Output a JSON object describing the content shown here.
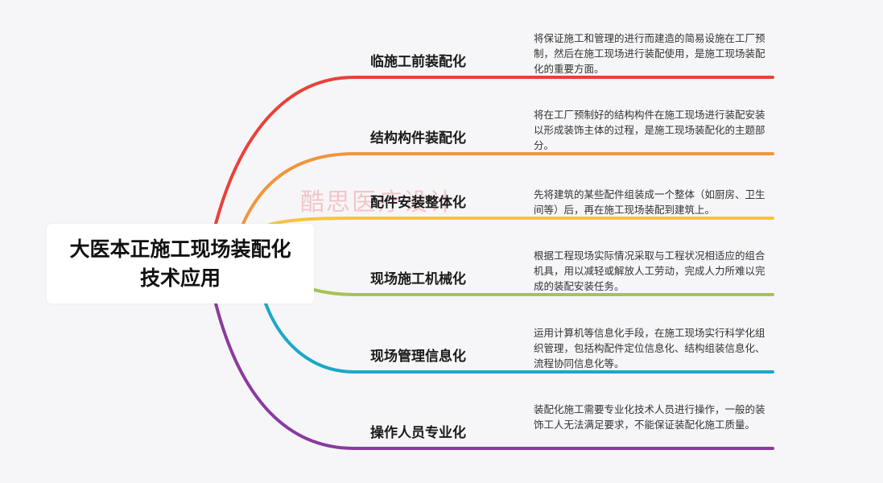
{
  "center_title": "大医本正施工现场装配化技术应用",
  "watermark": "酷思医疗设计",
  "branches": [
    {
      "title": "临施工前装配化",
      "color": "#e8423a",
      "desc": "将保证施工和管理的进行而建造的简易设施在工厂预制，然后在施工现场进行装配使用，是施工现场装配化的重要方面。"
    },
    {
      "title": "结构构件装配化",
      "color": "#f0963c",
      "desc": "将在工厂预制好的结构构件在施工现场进行装配安装以形成装饰主体的过程，是施工现场装配化的主题部分。"
    },
    {
      "title": "配件安装整体化",
      "color": "#f5c440",
      "desc": "先将建筑的某些配件组装成一个整体（如厨房、卫生间等）后，再在施工现场装配到建筑上。"
    },
    {
      "title": "现场施工机械化",
      "color": "#a6c258",
      "desc": "根据工程现场实际情况采取与工程状况相适应的组合机具，用以减轻或解放人工劳动，完成人力所难以完成的装配安装任务。"
    },
    {
      "title": "现场管理信息化",
      "color": "#1aa8c8",
      "desc": "运用计算机等信息化手段，在施工现场实行科学化组织管理，包括构配件定位信息化、结构组装信息化、流程协同信息化等。"
    },
    {
      "title": "操作人员专业化",
      "color": "#8a3b9f",
      "desc": "装配化施工需要专业化技术人员进行操作，一般的装饰工人无法满足要求，不能保证装配化施工质量。"
    }
  ]
}
